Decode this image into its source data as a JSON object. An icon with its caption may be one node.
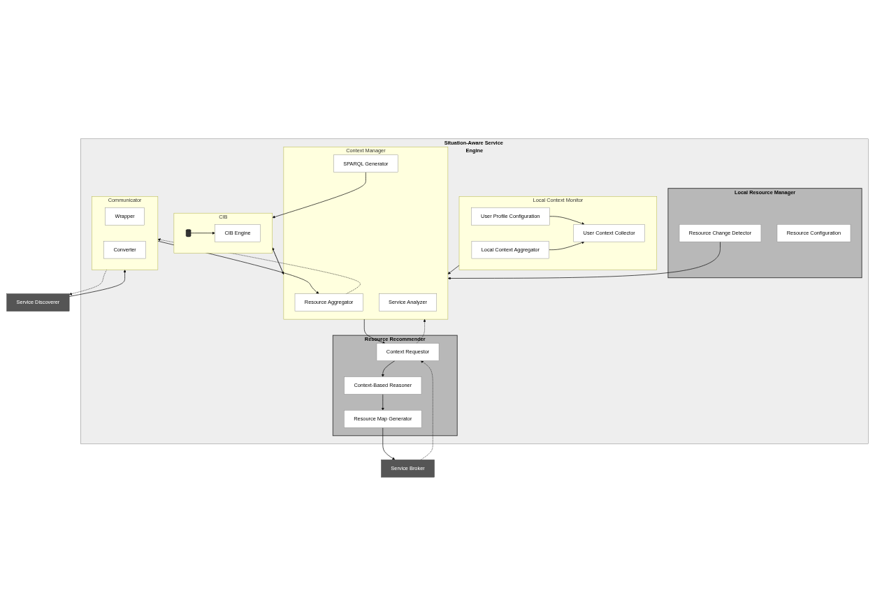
{
  "diagram": {
    "nodes": [
      {
        "text": [
          "Situation-Aware Service Engine"
        ]
      },
      {
        "text": [
          "Resource Recommender"
        ],
        "in": 0
      },
      {
        "text": [
          "Resource Map Generator"
        ],
        "in": 1
      },
      {
        "text": [
          "Context-Based Reasoner"
        ],
        "in": 1
      },
      {
        "text": [
          "Context Requestor"
        ],
        "in": 1
      },
      {
        "text": [
          "Local Context Monitor"
        ],
        "in": 0
      },
      {
        "text": [
          "User Context Collector"
        ],
        "in": 5
      },
      {
        "text": [
          "User Profile Configuration"
        ],
        "in": 5
      },
      {
        "text": [
          "Local Context Aggregator"
        ],
        "in": 5
      },
      {
        "text": [
          "Local Resource Manager"
        ],
        "in": 0
      },
      {
        "text": [
          "Resource Change Detector"
        ],
        "in": 9
      },
      {
        "text": [
          "Resource Configuration"
        ],
        "in": 9
      },
      {
        "text": [
          "Context Manager"
        ],
        "in": 0
      },
      {
        "text": [
          "Service Analyzer"
        ],
        "in": 12
      },
      {
        "text": [
          "SPARQL Generator"
        ],
        "in": 12
      },
      {
        "text": [
          "Resource Aggregator"
        ],
        "in": 12
      },
      {
        "text": [
          "CIB"
        ],
        "in": 0
      },
      {
        "text": [
          "CIB Engine"
        ],
        "in": 16
      },
      {
        "text": [],
        "shape": "cylinder",
        "in": 16
      },
      {
        "text": [
          "Communicator"
        ],
        "in": 0
      },
      {
        "text": [
          "Wrapper"
        ],
        "in": 19
      },
      {
        "text": [
          "Converter"
        ],
        "in": 19
      },
      {
        "text": [
          "Service Broker"
        ]
      },
      {
        "text": [
          "Service Discoverer"
        ]
      }
    ],
    "edges": [
      {
        "from": 2,
        "to": 22,
        "arrow": "to"
      },
      {
        "from": 3,
        "to": 2,
        "arrow": "to"
      },
      {
        "from": 4,
        "to": 3,
        "arrow": "to"
      },
      {
        "from": 22,
        "to": 4,
        "arrow": "to",
        "style": "dashed"
      },
      {
        "from": 4,
        "to": 12,
        "arrow": "to",
        "style": "dashed"
      },
      {
        "from": 12,
        "to": 4,
        "arrow": "to"
      },
      {
        "from": 7,
        "to": 6,
        "arrow": "to"
      },
      {
        "from": 8,
        "to": 6,
        "arrow": "to"
      },
      {
        "from": 5,
        "to": 12,
        "arrow": "to"
      },
      {
        "from": 10,
        "to": 12,
        "arrow": "to"
      },
      {
        "from": 12,
        "to": 16,
        "arrow": "to",
        "style": "dashed"
      },
      {
        "from": 16,
        "to": 12,
        "arrow": "to"
      },
      {
        "from": 14,
        "to": 16,
        "arrow": "to"
      },
      {
        "from": 18,
        "to": 17,
        "arrow": "to"
      },
      {
        "from": 15,
        "to": 19,
        "arrow": "to",
        "style": "dashed"
      },
      {
        "from": 19,
        "to": 15,
        "arrow": "to"
      },
      {
        "from": 19,
        "to": 23,
        "arrow": "to",
        "style": "dashed"
      },
      {
        "from": 23,
        "to": 19,
        "arrow": "to"
      }
    ]
  }
}
